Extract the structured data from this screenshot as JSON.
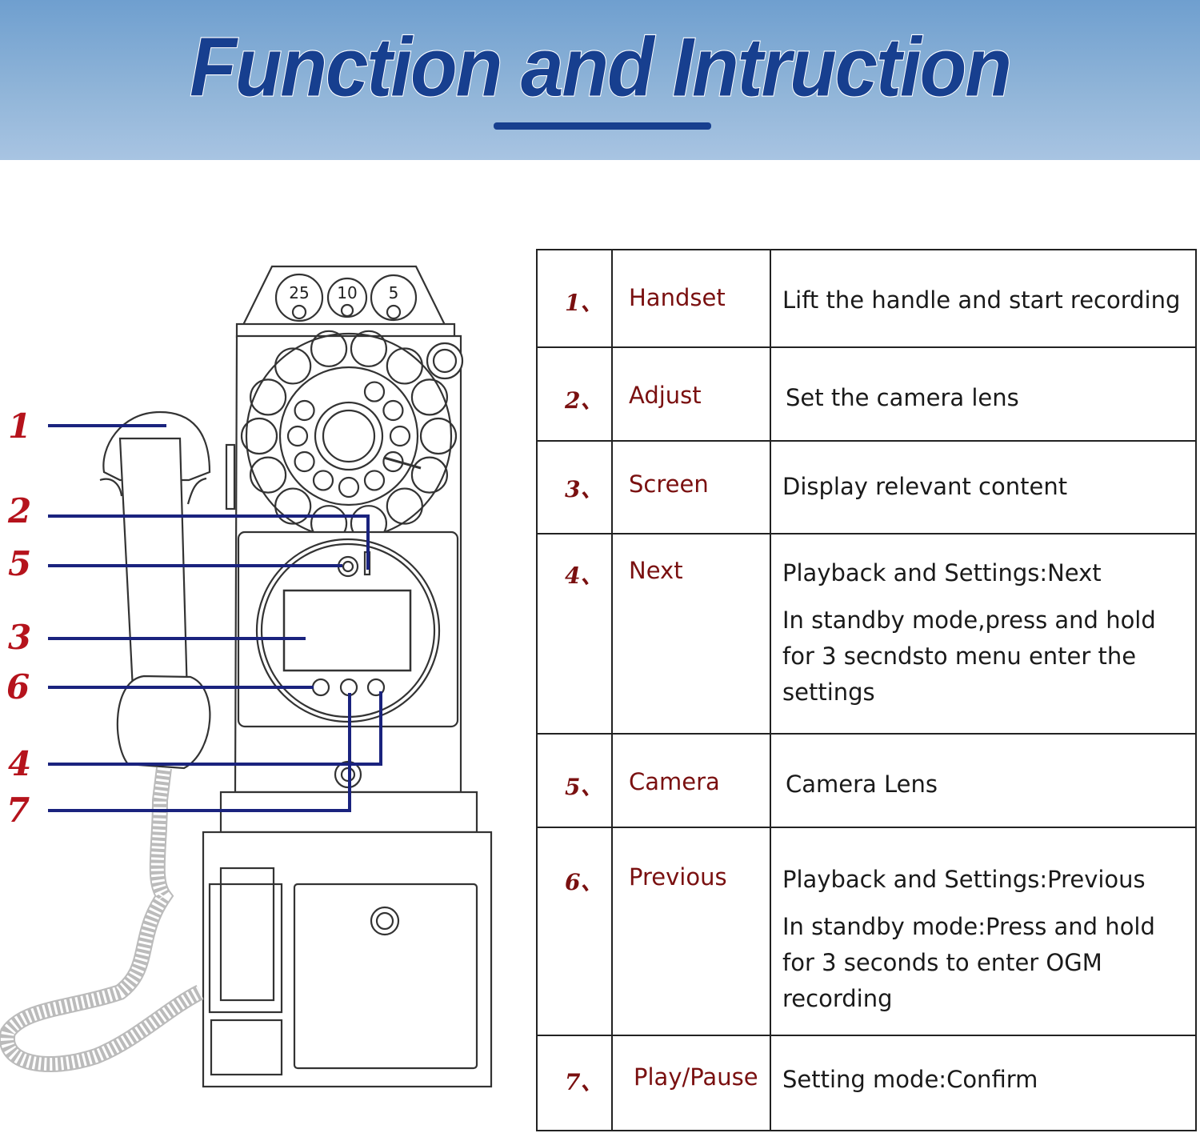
{
  "header": {
    "title": "Function and Intruction"
  },
  "coin_slots": [
    "25",
    "10",
    "5"
  ],
  "callouts": [
    "1",
    "2",
    "5",
    "3",
    "6",
    "4",
    "7"
  ],
  "table": {
    "rows": [
      {
        "num": "1、",
        "name": "Handset",
        "desc": [
          "Lift the handle and start recording"
        ]
      },
      {
        "num": "2、",
        "name": "Adjust",
        "desc": [
          "Set the camera lens"
        ]
      },
      {
        "num": "3、",
        "name": "Screen",
        "desc": [
          "Display relevant content"
        ]
      },
      {
        "num": "4、",
        "name": "Next",
        "desc": [
          "Playback and Settings:Next",
          "In standby mode,press and hold for 3 secndsto menu enter  the settings"
        ]
      },
      {
        "num": "5、",
        "name": "Camera",
        "desc": [
          "Camera Lens"
        ]
      },
      {
        "num": "6、",
        "name": "Previous",
        "desc": [
          "Playback and Settings:Previous",
          "In standby mode:Press and hold for 3 seconds to enter OGM recording"
        ]
      },
      {
        "num": "7、",
        "name": "Play/Pause",
        "desc": [
          "Setting mode:Confirm"
        ]
      }
    ]
  },
  "colors": {
    "banner": "#8fb4d8",
    "title": "#173f8f",
    "callout": "#b5131c",
    "leader": "#1a237e",
    "label": "#7a1010"
  }
}
